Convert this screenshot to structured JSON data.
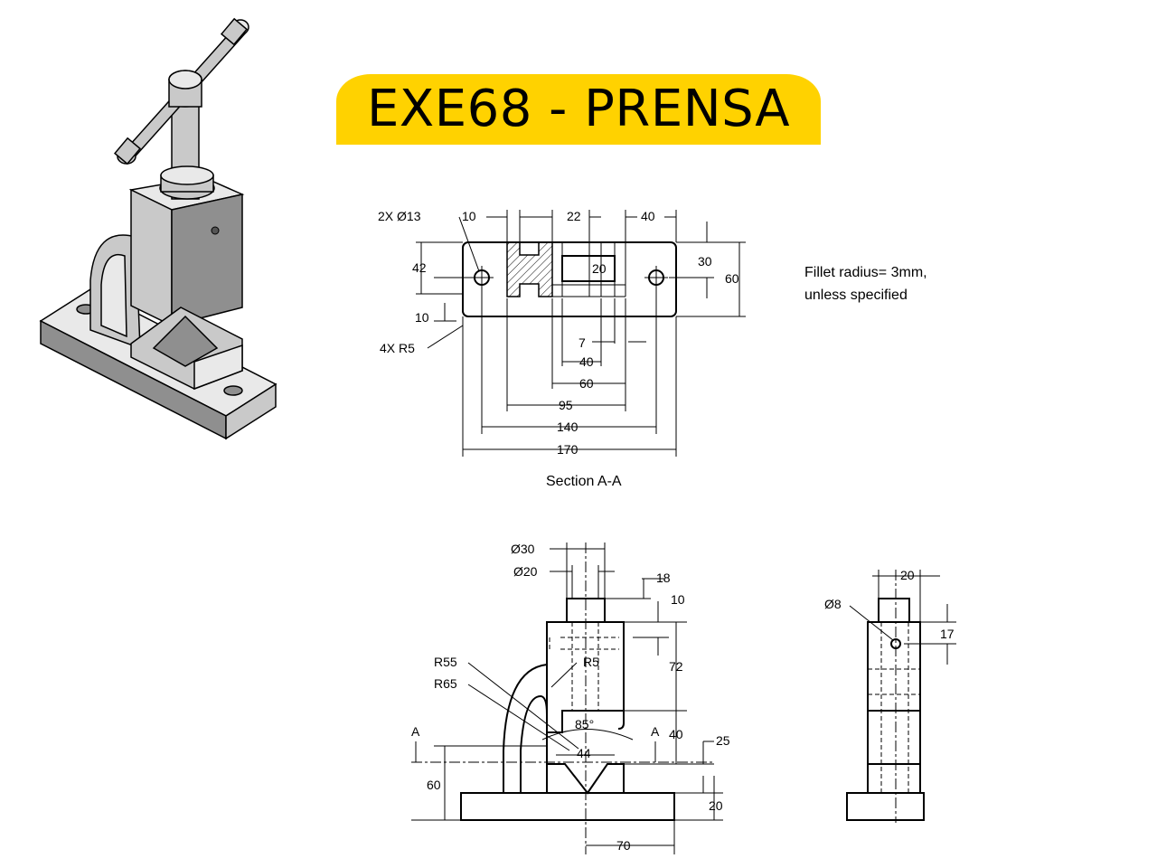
{
  "title": "EXE68 - PRENSA",
  "note": [
    "Fillet radius= 3mm,",
    "unless specified"
  ],
  "section_label": "Section A-A",
  "top_view": {
    "holes": "2X Ø13",
    "fillets": "4X R5",
    "d10a": "10",
    "d22": "22",
    "d40a": "40",
    "d42": "42",
    "d10b": "10",
    "d20": "20",
    "d30": "30",
    "d60": "60",
    "d7": "7",
    "d40b": "40",
    "d60b": "60",
    "d95": "95",
    "d140": "140",
    "d170": "170"
  },
  "front_view": {
    "dia30": "Ø30",
    "dia20": "Ø20",
    "d18": "18",
    "d10": "10",
    "d72": "72",
    "d40": "40",
    "d25": "25",
    "d60": "60",
    "d20": "20",
    "d70": "70",
    "r55": "R55",
    "r65": "R65",
    "r5": "R5",
    "angle": "85°",
    "d44": "44",
    "cut_a_left": "A",
    "cut_a_right": "A"
  },
  "side_view": {
    "d20": "20",
    "dia8": "Ø8",
    "d17": "17"
  },
  "icons": [
    "press-isometric-icon"
  ]
}
